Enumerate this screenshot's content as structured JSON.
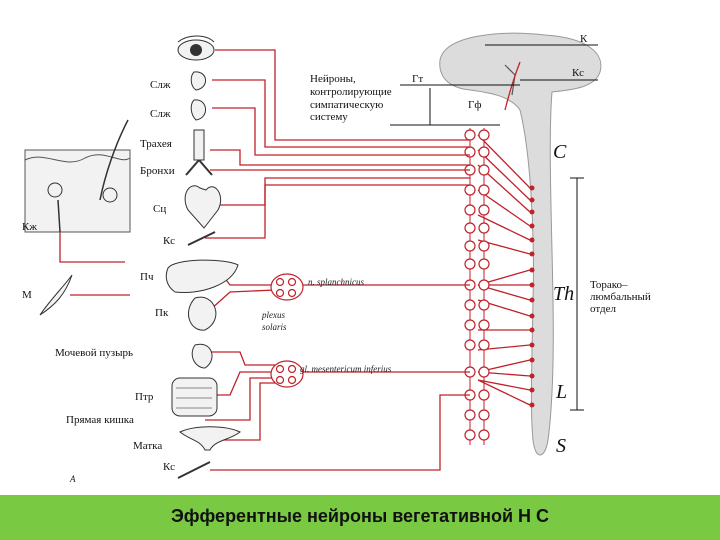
{
  "diagram": {
    "labels": {
      "slzh1": "Слж",
      "slzh2": "Слж",
      "trachea": "Трахея",
      "bronchi": "Бронхи",
      "heart": "Сц",
      "kc_left": "Кс",
      "liver": "Пч",
      "kidney": "Пк",
      "bladder": "Мочевой пузырь",
      "intestine": "Птр",
      "rectum": "Прямая кишка",
      "uterus": "Матка",
      "kc_bottom": "Кс",
      "kzh": "Кж",
      "m": "М",
      "panel": "А",
      "neurons_line1": "Нейроны,",
      "neurons_line2": "контролирующие",
      "neurons_line3": "симпатическую",
      "neurons_line4": "систему",
      "gt": "Гт",
      "gf": "Гф",
      "k": "К",
      "kc_top": "Кс",
      "c": "C",
      "th": "Th",
      "l": "L",
      "s": "S",
      "thoraco_line1": "Торако–",
      "thoraco_line2": "люмбальный",
      "thoraco_line3": "отдел",
      "splanchnicus": "n. splanchnicus",
      "plexus_line1": "plexus",
      "plexus_line2": "solaris",
      "mesentericum": "gl. mesentericum inferius"
    }
  },
  "footer": {
    "title": "Эфферентные нейроны вегетативной  Н С"
  },
  "colors": {
    "nerve": "#c0222a",
    "footer_bg": "#7ac943"
  }
}
